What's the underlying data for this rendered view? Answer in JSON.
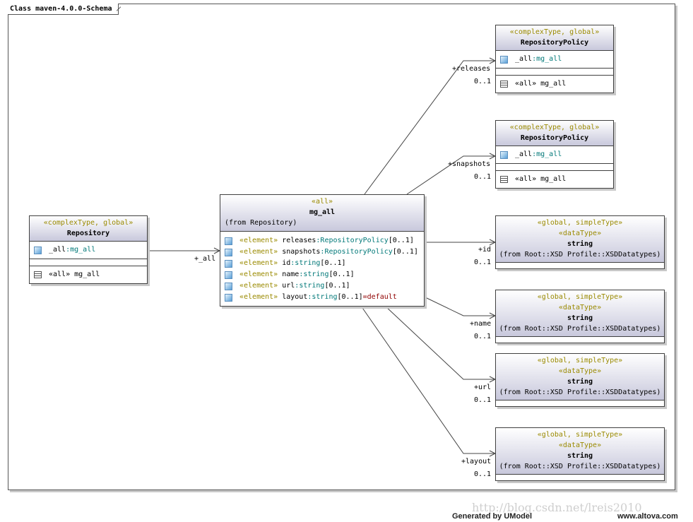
{
  "frame_title": "Class maven-4.0.0-Schema",
  "repository": {
    "stereotype": "«complexType, global»",
    "name": "Repository",
    "attr": {
      "name": "_all",
      "sep": ":",
      "type": "mg_all"
    },
    "op": "«all» mg_all"
  },
  "mg_all": {
    "stereotype": "«all»",
    "name": "mg_all",
    "from": "(from Repository)",
    "elements": [
      {
        "kw": "«element»",
        "name": "releases",
        "type": "RepositoryPolicy",
        "mult": "[0..1]",
        "def": ""
      },
      {
        "kw": "«element»",
        "name": "snapshots",
        "type": "RepositoryPolicy",
        "mult": "[0..1]",
        "def": ""
      },
      {
        "kw": "«element»",
        "name": "id",
        "type": "string",
        "mult": "[0..1]",
        "def": ""
      },
      {
        "kw": "«element»",
        "name": "name",
        "type": "string",
        "mult": "[0..1]",
        "def": ""
      },
      {
        "kw": "«element»",
        "name": "url",
        "type": "string",
        "mult": "[0..1]",
        "def": ""
      },
      {
        "kw": "«element»",
        "name": "layout",
        "type": "string",
        "mult": "[0..1]",
        "def": "=default"
      }
    ]
  },
  "policy_releases": {
    "stereotype": "«complexType, global»",
    "name": "RepositoryPolicy",
    "attr": {
      "name": "_all",
      "sep": ":",
      "type": "mg_all"
    },
    "op": "«all» mg_all"
  },
  "policy_snapshots": {
    "stereotype": "«complexType, global»",
    "name": "RepositoryPolicy",
    "attr": {
      "name": "_all",
      "sep": ":",
      "type": "mg_all"
    },
    "op": "«all» mg_all"
  },
  "string_boxes": [
    {
      "stereo1": "«global, simpleType»",
      "stereo2": "«dataType»",
      "name": "string",
      "from": "(from Root::XSD Profile::XSDDatatypes)"
    },
    {
      "stereo1": "«global, simpleType»",
      "stereo2": "«dataType»",
      "name": "string",
      "from": "(from Root::XSD Profile::XSDDatatypes)"
    },
    {
      "stereo1": "«global, simpleType»",
      "stereo2": "«dataType»",
      "name": "string",
      "from": "(from Root::XSD Profile::XSDDatatypes)"
    },
    {
      "stereo1": "«global, simpleType»",
      "stereo2": "«dataType»",
      "name": "string",
      "from": "(from Root::XSD Profile::XSDDatatypes)"
    }
  ],
  "links": {
    "all": "+_all",
    "releases": "+releases",
    "snapshots": "+snapshots",
    "id": "+id",
    "name": "+name",
    "url": "+url",
    "layout": "+layout",
    "mult": "0..1"
  },
  "footer": {
    "watermark": "http://blog.csdn.net/lreis2010",
    "generated": "Generated by UModel",
    "site": "www.altova.com"
  }
}
